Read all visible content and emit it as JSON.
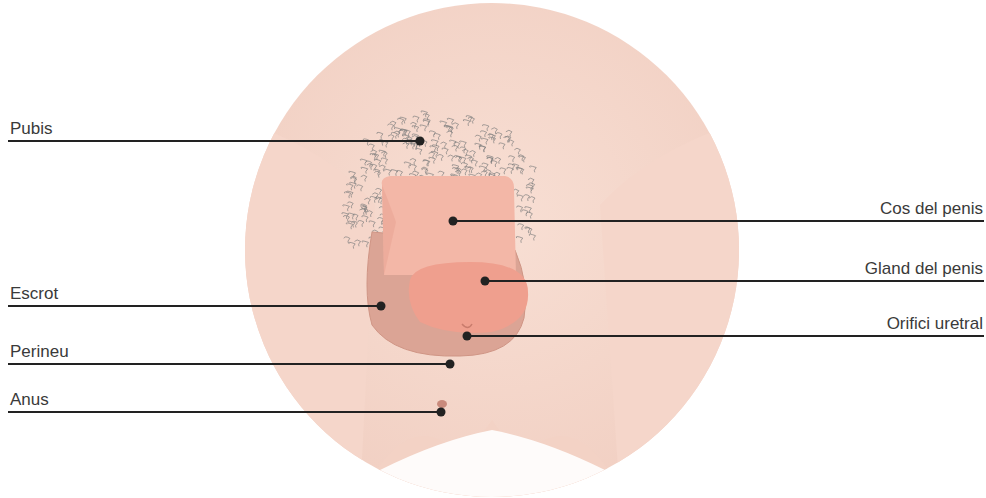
{
  "diagram": {
    "labels": [
      "Pubis",
      "Cos del penis",
      "Gland del penis",
      "Escrot",
      "Orifici uretral",
      "Perineu",
      "Anus"
    ]
  }
}
